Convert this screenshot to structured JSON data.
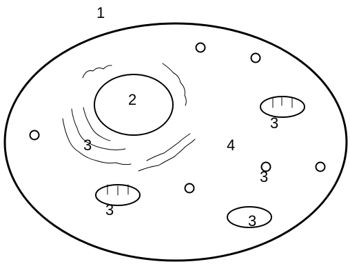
{
  "labels": {
    "cell_membrane": "1",
    "nucleus": "2",
    "organelle": "3",
    "cytoplasm": "4"
  },
  "colors": {
    "stroke": "#000000",
    "background": "#ffffff"
  }
}
